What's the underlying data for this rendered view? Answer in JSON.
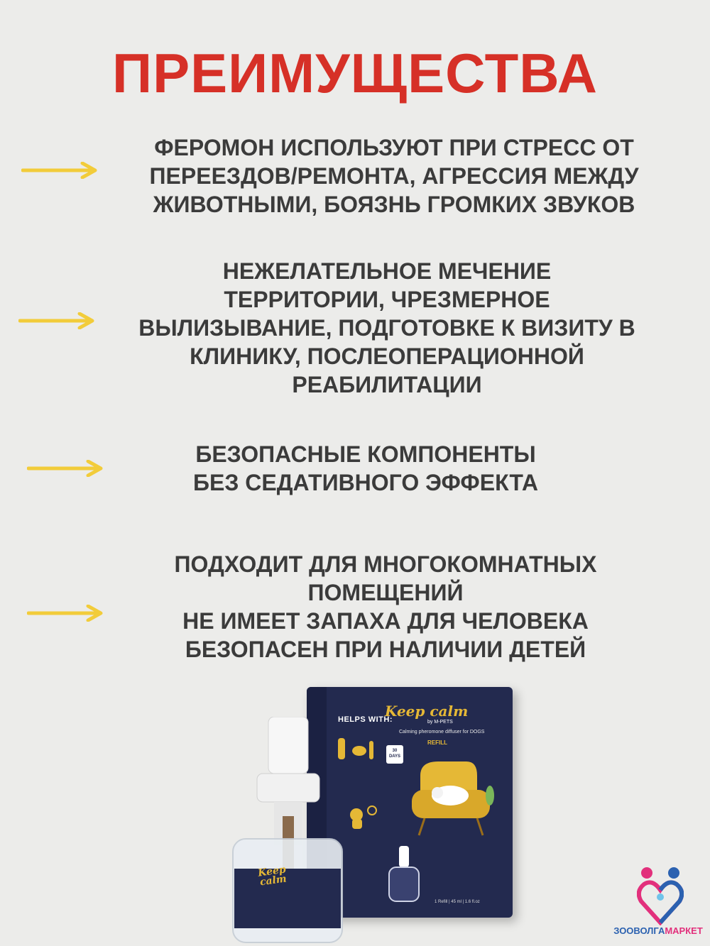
{
  "title": "ПРЕИМУЩЕСТВА",
  "blocks": [
    {
      "lines": [
        "ФЕРОМОН ИСПОЛЬЗУЮТ ПРИ СТРЕСС ОТ",
        "ПЕРЕЕЗДОВ/РЕМОНТА, АГРЕССИЯ МЕЖДУ",
        "ЖИВОТНЫМИ, БОЯЗНЬ ГРОМКИХ ЗВУКОВ"
      ]
    },
    {
      "lines": [
        "НЕЖЕЛАТЕЛЬНОЕ МЕЧЕНИЕ",
        "ТЕРРИТОРИИ, ЧРЕЗМЕРНОЕ",
        "ВЫЛИЗЫВАНИЕ, ПОДГОТОВКЕ К ВИЗИТУ В",
        "КЛИНИКУ, ПОСЛЕОПЕРАЦИОННОЙ",
        "РЕАБИЛИТАЦИИ"
      ]
    },
    {
      "lines": [
        "БЕЗОПАСНЫЕ КОМПОНЕНТЫ",
        "БЕЗ СЕДАТИВНОГО ЭФФЕКТА"
      ]
    },
    {
      "lines": [
        "ПОДХОДИТ ДЛЯ МНОГОКОМНАТНЫХ",
        "ПОМЕЩЕНИЙ",
        "НЕ ИМЕЕТ ЗАПАХА ДЛЯ ЧЕЛОВЕКА",
        "БЕЗОПАСЕН ПРИ НАЛИЧИИ ДЕТЕЙ"
      ]
    }
  ],
  "arrow_icon": "arrow-right-icon",
  "product": {
    "brand": "Keep calm",
    "brand_by": "by M-PETS",
    "description": "Calming pheromone diffuser for DOGS",
    "refill": "REFILL",
    "helps_with": "HELPS WITH:",
    "days": "30 DAYS",
    "footer": "1 Refill | 45 ml | 1.6 fl.oz",
    "bottle_brand": "Keep calm"
  },
  "logo": {
    "part1": "ЗОО",
    "part2": "ВОЛГА",
    "part3": "МАРКЕТ"
  },
  "colors": {
    "background": "#ececea",
    "title": "#d63027",
    "text": "#3b3b3b",
    "arrow": "#f2cc3a",
    "box": "#232a4f",
    "brand_gold": "#e5b836"
  }
}
